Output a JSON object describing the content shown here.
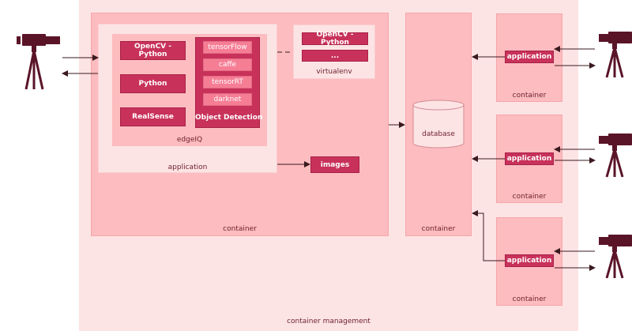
{
  "management": {
    "label": "container management"
  },
  "main_container": {
    "label": "container",
    "application": {
      "label": "application",
      "edgeiq": {
        "label": "edgeIQ",
        "items": [
          "OpenCV - Python",
          "Python",
          "RealSense"
        ],
        "object_detection": {
          "label": "Object Detection",
          "frameworks": [
            "tensorFlow",
            "caffe",
            "tensorRT",
            "darknet"
          ]
        }
      }
    },
    "virtualenv": {
      "label": "virtualenv",
      "items": [
        "OpenCV - Python",
        "..."
      ]
    },
    "images": {
      "label": "images"
    }
  },
  "db_container": {
    "label": "container",
    "database": {
      "label": "database"
    }
  },
  "right_containers": [
    {
      "label": "container",
      "app_label": "application"
    },
    {
      "label": "container",
      "app_label": "application"
    },
    {
      "label": "container",
      "app_label": "application"
    }
  ],
  "colors": {
    "management_bg": "#fde4e4",
    "container_bg": "#fdbcbf",
    "chip": "#c8325a",
    "chip_light": "#f57e95",
    "camera": "#5a1428",
    "line": "#3a1a1f"
  }
}
